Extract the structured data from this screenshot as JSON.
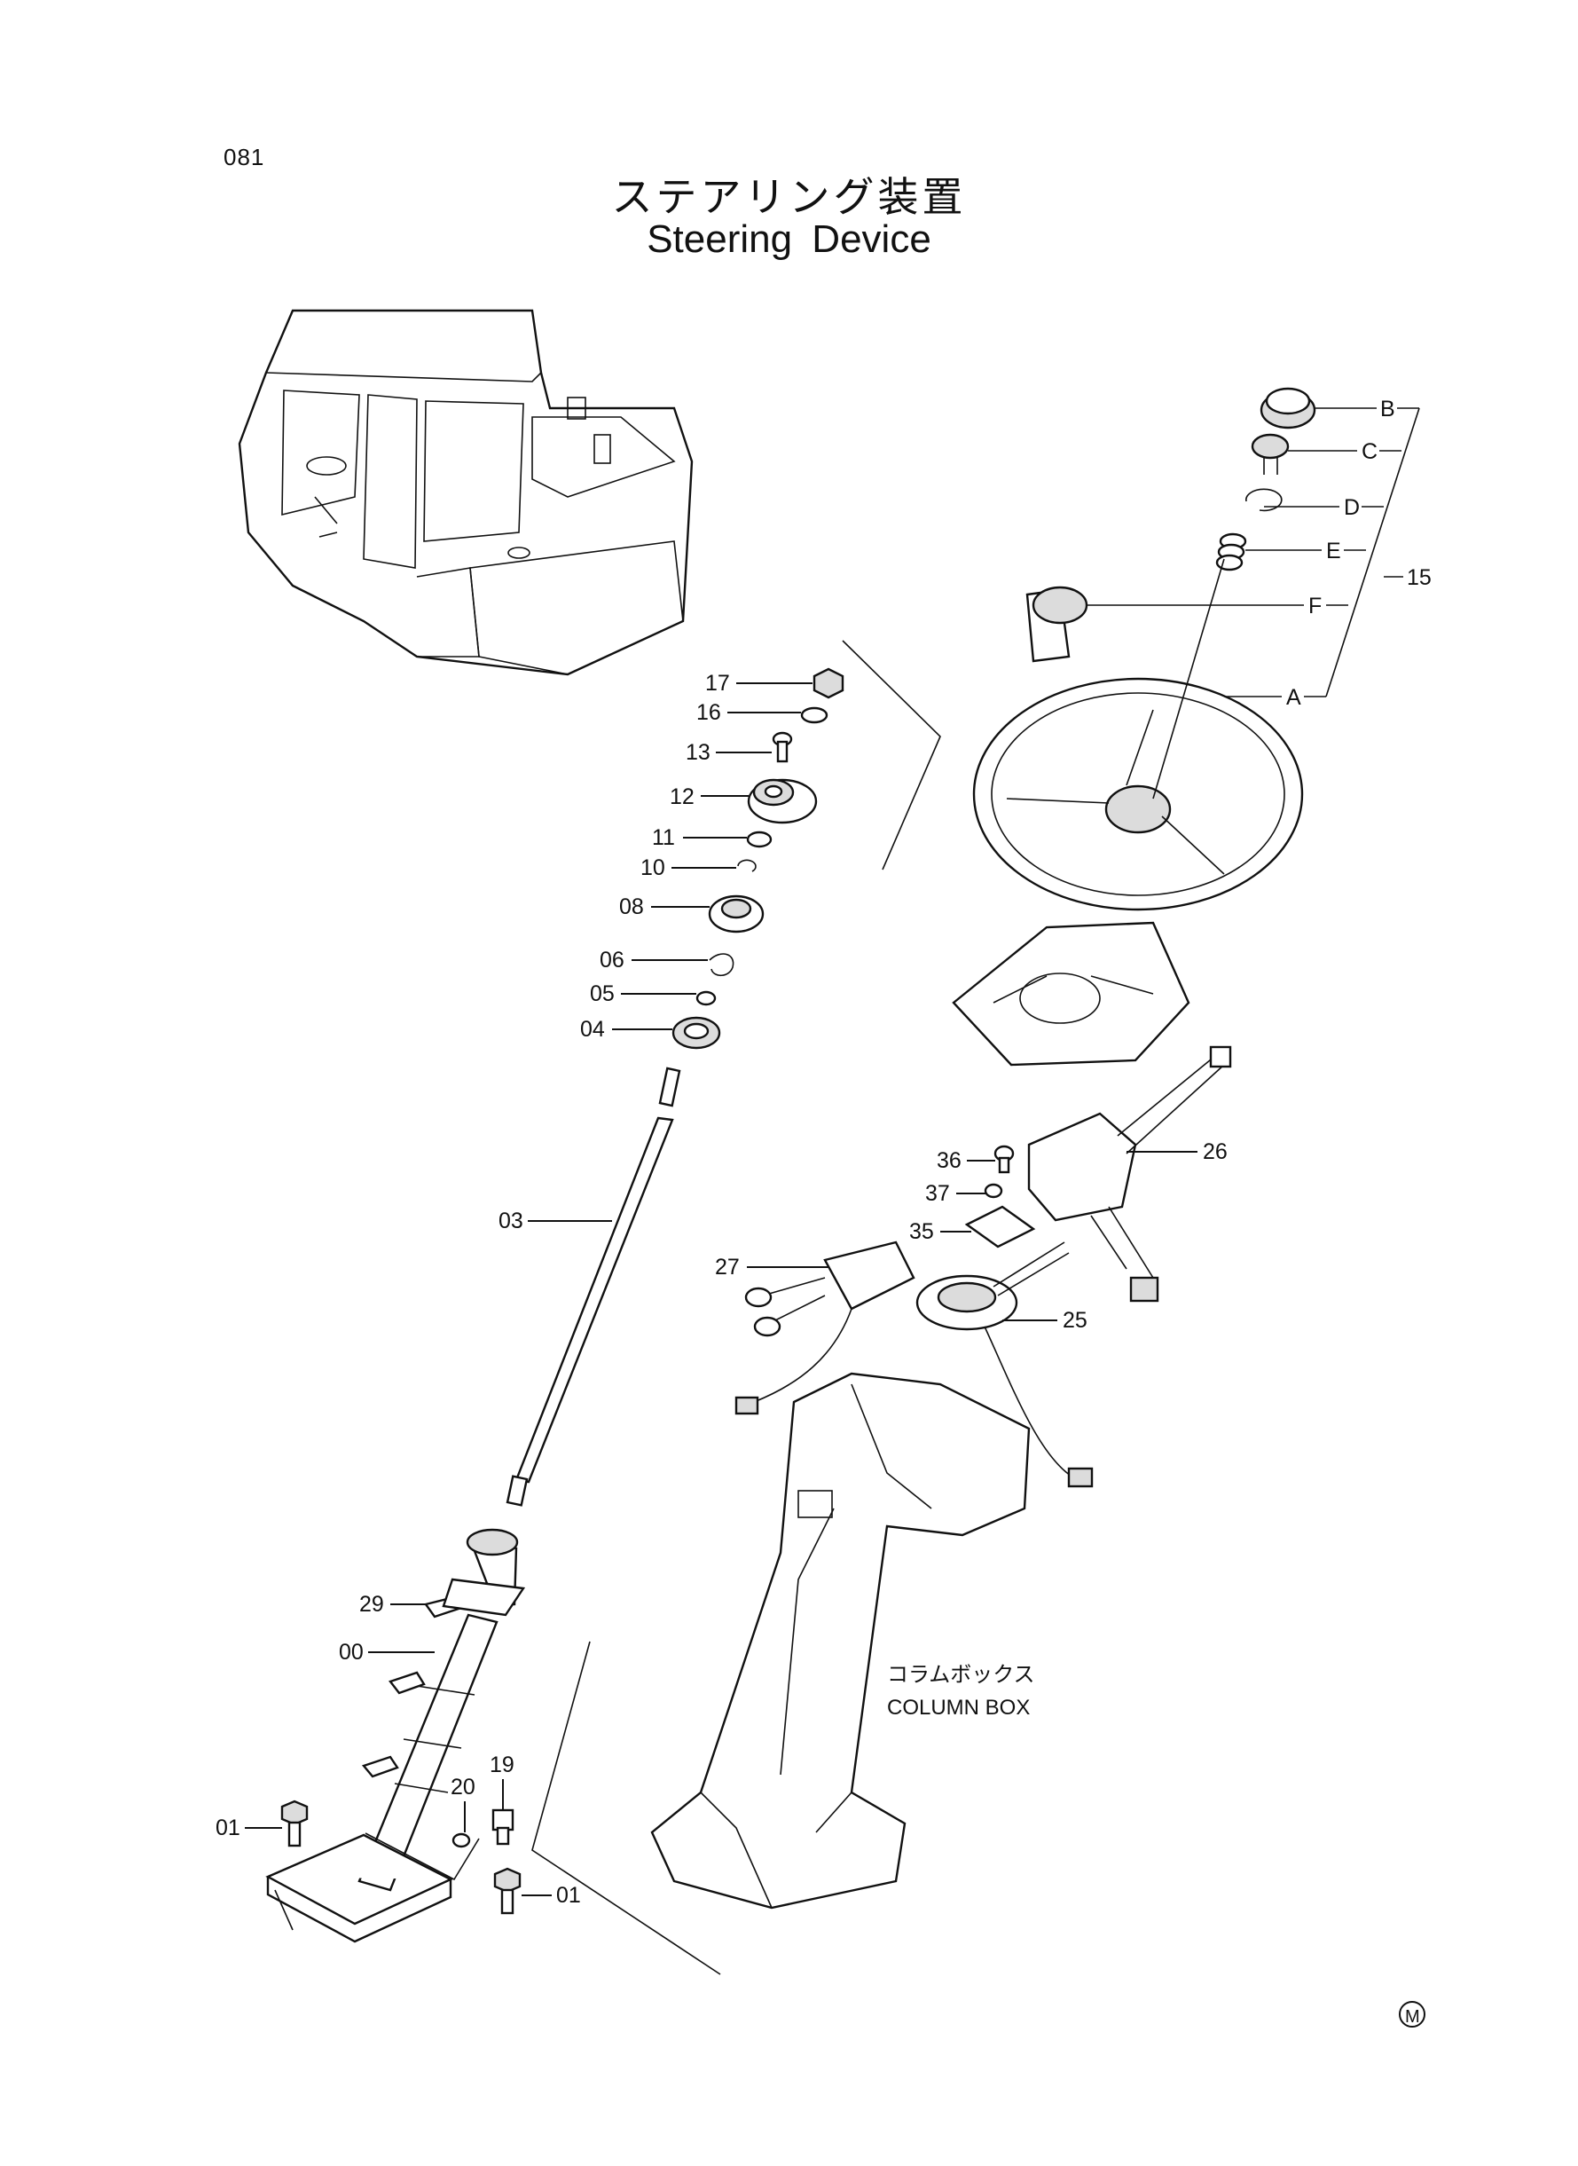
{
  "page_number": "081",
  "title_jp": "ステアリング装置",
  "title_en": "Steering Device",
  "box_label_jp": "コラムボックス",
  "box_label_en": "COLUMN BOX",
  "mark": "M",
  "callouts": {
    "c17": "17",
    "c16": "16",
    "c13": "13",
    "c12": "12",
    "c11": "11",
    "c10": "10",
    "c08": "08",
    "c06": "06",
    "c05": "05",
    "c04": "04",
    "c03": "03",
    "c29": "29",
    "c00": "00",
    "c20": "20",
    "c19": "19",
    "c01a": "01",
    "c01b": "01",
    "c36": "36",
    "c37": "37",
    "c35": "35",
    "c27": "27",
    "c26": "26",
    "c25": "25",
    "cB": "B",
    "cC": "C",
    "cD": "D",
    "cE": "E",
    "cF": "F",
    "cA": "A",
    "c15": "15"
  }
}
